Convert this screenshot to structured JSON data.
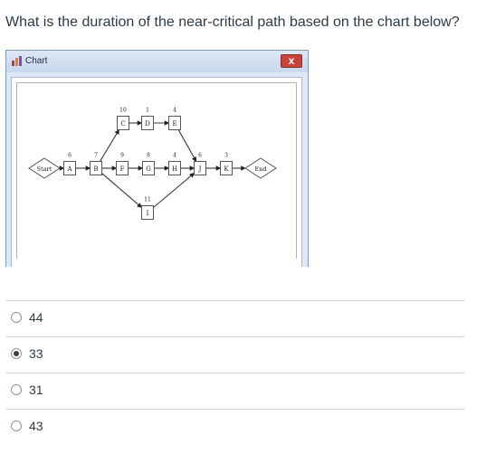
{
  "question": {
    "text": "What is the duration of the near-critical path based on the chart below?"
  },
  "chart_window": {
    "title": "Chart",
    "close_label": "x",
    "network": {
      "nodes": [
        {
          "id": "start",
          "label": "Start",
          "duration": ""
        },
        {
          "id": "A",
          "label": "A",
          "duration": "6"
        },
        {
          "id": "B",
          "label": "B",
          "duration": "7"
        },
        {
          "id": "C",
          "label": "C",
          "duration": "10"
        },
        {
          "id": "D",
          "label": "D",
          "duration": "1"
        },
        {
          "id": "E",
          "label": "E",
          "duration": "4"
        },
        {
          "id": "F",
          "label": "F",
          "duration": "9"
        },
        {
          "id": "G",
          "label": "G",
          "duration": "8"
        },
        {
          "id": "H",
          "label": "H",
          "duration": "4"
        },
        {
          "id": "I",
          "label": "I",
          "duration": "11"
        },
        {
          "id": "J",
          "label": "J",
          "duration": "6"
        },
        {
          "id": "K",
          "label": "K",
          "duration": "3"
        },
        {
          "id": "end",
          "label": "End",
          "duration": ""
        }
      ]
    }
  },
  "options": [
    {
      "label": "44",
      "checked": false
    },
    {
      "label": "33",
      "checked": true
    },
    {
      "label": "31",
      "checked": false
    },
    {
      "label": "43",
      "checked": false
    }
  ]
}
